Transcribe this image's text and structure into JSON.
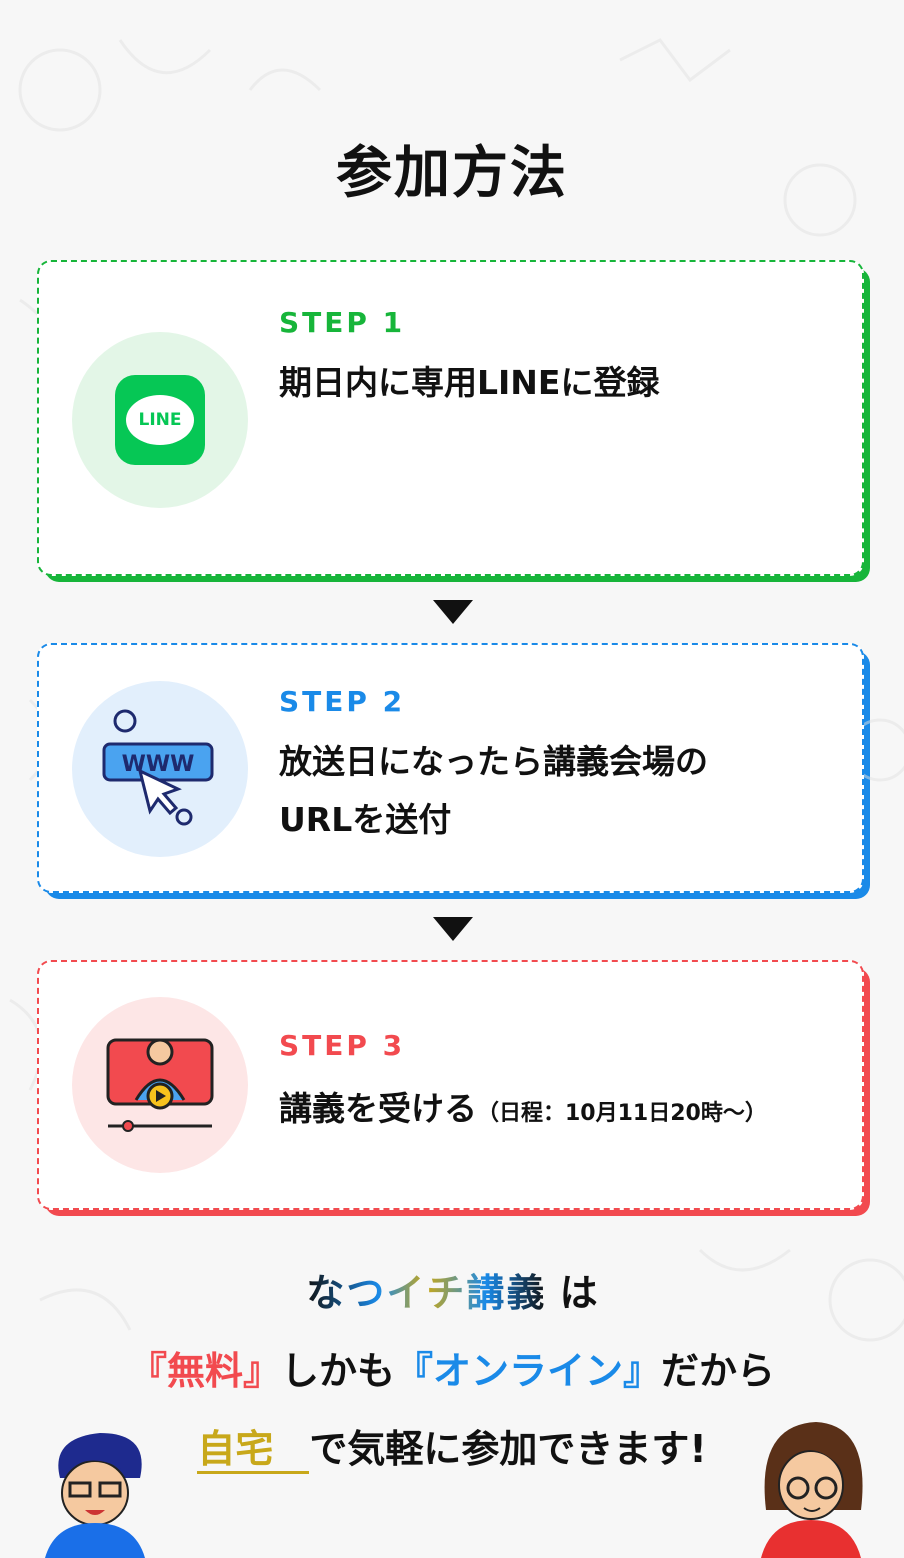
{
  "title": "参加方法",
  "steps": [
    {
      "label": "STEP 1",
      "desc": "期日内に専用LINEに登録",
      "icon": "line-icon",
      "color": "#17b53a",
      "bg": "#e3f6e7"
    },
    {
      "label": "STEP 2",
      "desc_line1": "放送日になったら講義会場の",
      "desc_line2": "URLを送付",
      "icon": "www-cursor-icon",
      "color": "#1a8ae8",
      "bg": "#e2effc"
    },
    {
      "label": "STEP 3",
      "desc": "講義を受ける",
      "desc_note": "（日程：10月11日20時～）",
      "icon": "video-lecture-icon",
      "color": "#f24a4f",
      "bg": "#fde6e6"
    }
  ],
  "line_logo_text": "LINE",
  "www_text": "WWW",
  "footer": {
    "brand": "なつイチ講義",
    "brand_suffix": "は",
    "line2": [
      "『無料』",
      "しかも",
      "『オンライン』",
      "だから"
    ],
    "line3_highlight": "自宅",
    "line3_rest": "で気軽に参加できます!"
  }
}
